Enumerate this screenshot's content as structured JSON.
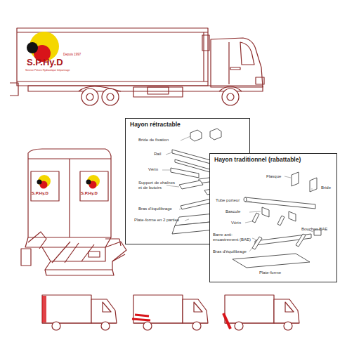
{
  "diagram": {
    "nodes": [
      {
        "text": [
          "Hayon rétractable"
        ]
      },
      {
        "text": [
          "Hayon traditionnel (rabattable)"
        ]
      }
    ],
    "labels": [
      "Depuis 1997",
      "S.P.Hy.D",
      "Service Pièces Hydraulique Dépannage",
      "S.P.Hy.D",
      "S.P.Hy.D",
      "Bride de fixation",
      "Rail",
      "Vérin",
      "Support de chaînes et de butoirs",
      "Bras d'équilibrage",
      "Plate-forme en 2 parties",
      "Flasque",
      "Bride",
      "Tube porteur",
      "Bascule",
      "Vérin",
      "Bouchon BAE",
      "Barre anti-encastrement (BAE)",
      "Bras d'équilibrage",
      "Plate-forme"
    ]
  }
}
